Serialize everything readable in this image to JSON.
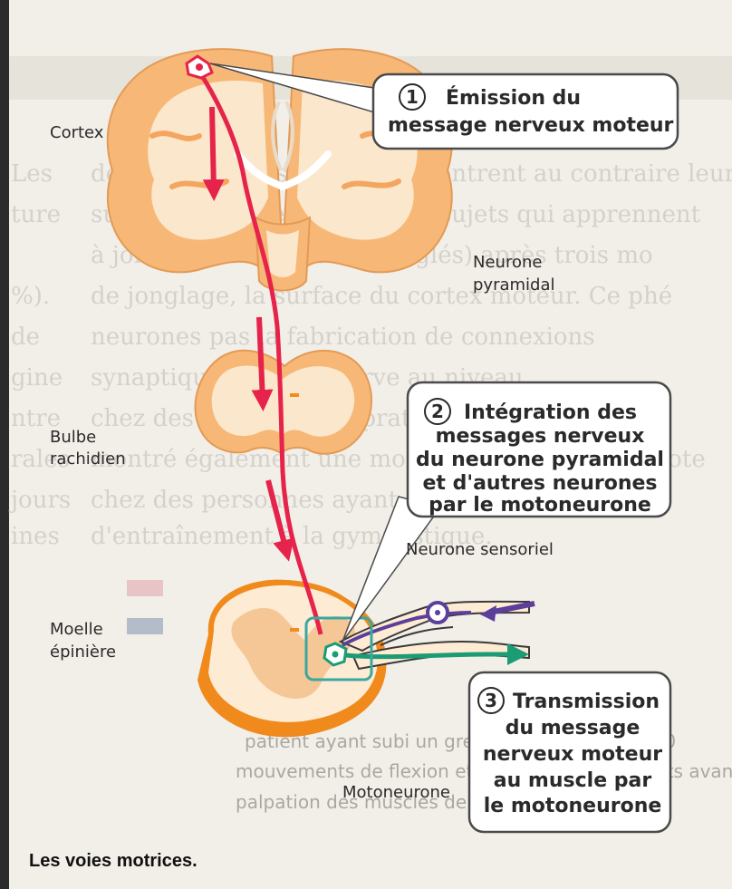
{
  "labels": {
    "cortex": "Cortex",
    "pyramidal_1": "Neurone",
    "pyramidal_2": "pyramidal",
    "bulbe_1": "Bulbe",
    "bulbe_2": "rachidien",
    "sensory": "Neurone sensoriel",
    "moelle_1": "Moelle",
    "moelle_2": "épinière",
    "motoneurone": "Motoneurone"
  },
  "callouts": [
    {
      "number": "1",
      "lines": [
        "Émission du",
        "message nerveux moteur"
      ]
    },
    {
      "number": "2",
      "lines": [
        "Intégration des",
        "messages nerveux",
        "du neurone pyramidal",
        "et d'autres neurones",
        "par le motoneurone"
      ]
    },
    {
      "number": "3",
      "lines": [
        "Transmission",
        "du message",
        "nerveux moteur",
        "au muscle par",
        "le motoneurone"
      ]
    }
  ],
  "caption": "Les voies motrices.",
  "colors": {
    "brain": "#f7b877",
    "white_matter": "#fbe7cc",
    "cord_grey": "#f5c796",
    "cord_white": "#fdebd4",
    "pyramidal_path": "#e6234a",
    "sensory_path": "#5b3f9a",
    "motor_path": "#1c9c74",
    "callout_border": "#4a4a4a",
    "highlight_box": "#3aa7a0"
  }
}
